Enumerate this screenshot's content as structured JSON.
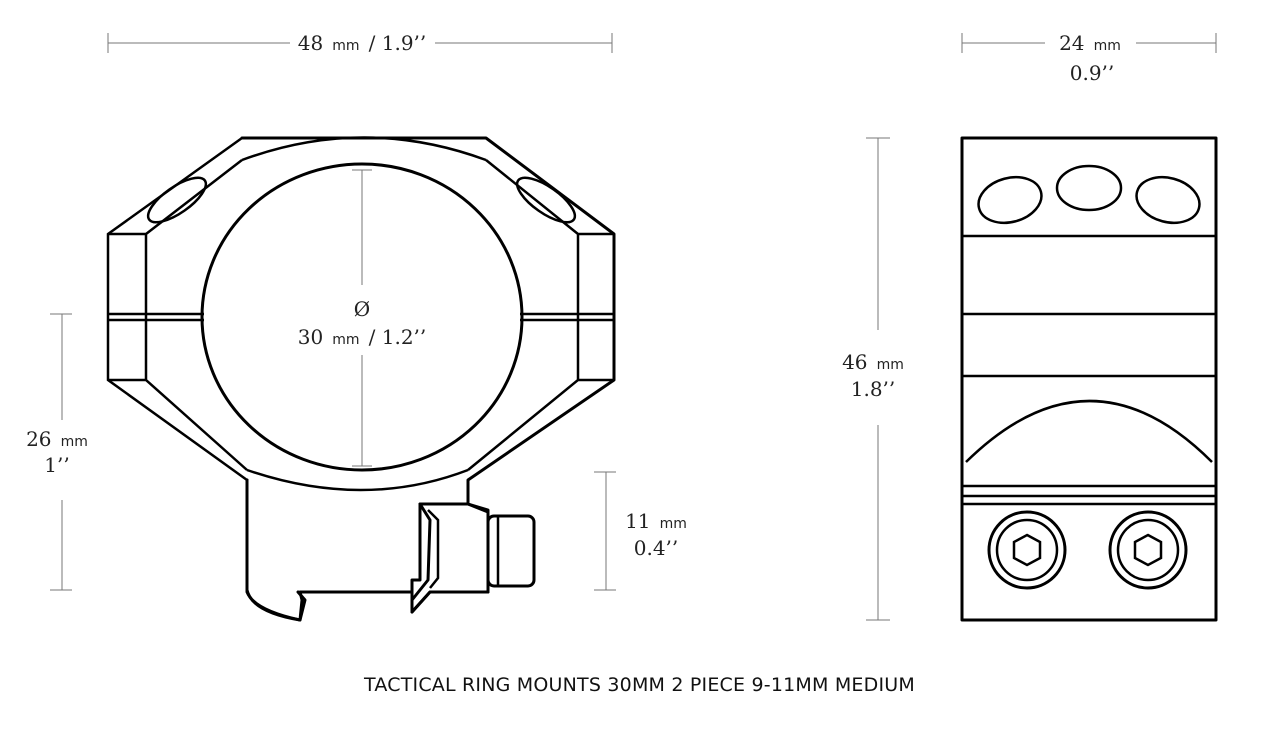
{
  "caption": "TACTICAL RING MOUNTS 30MM 2 PIECE 9-11MM MEDIUM",
  "dimensions": {
    "width_front": {
      "value": "48",
      "unit": "mm",
      "imperial": "/ 1.9’’"
    },
    "ring_diameter": {
      "symbol": "Ø",
      "value": "30",
      "unit": "mm",
      "imperial": "/ 1.2’’"
    },
    "height_to_center": {
      "value": "26",
      "unit": "mm",
      "imperial": "1’’"
    },
    "rail_height": {
      "value": "11",
      "unit": "mm",
      "imperial": "0.4’’"
    },
    "width_side": {
      "value": "24",
      "unit": "mm",
      "imperial": "0.9’’"
    },
    "height_total": {
      "value": "46",
      "unit": "mm",
      "imperial": "1.8’’"
    }
  },
  "colors": {
    "outline": "#000000",
    "dimension_line": "#777777",
    "background": "#ffffff"
  }
}
